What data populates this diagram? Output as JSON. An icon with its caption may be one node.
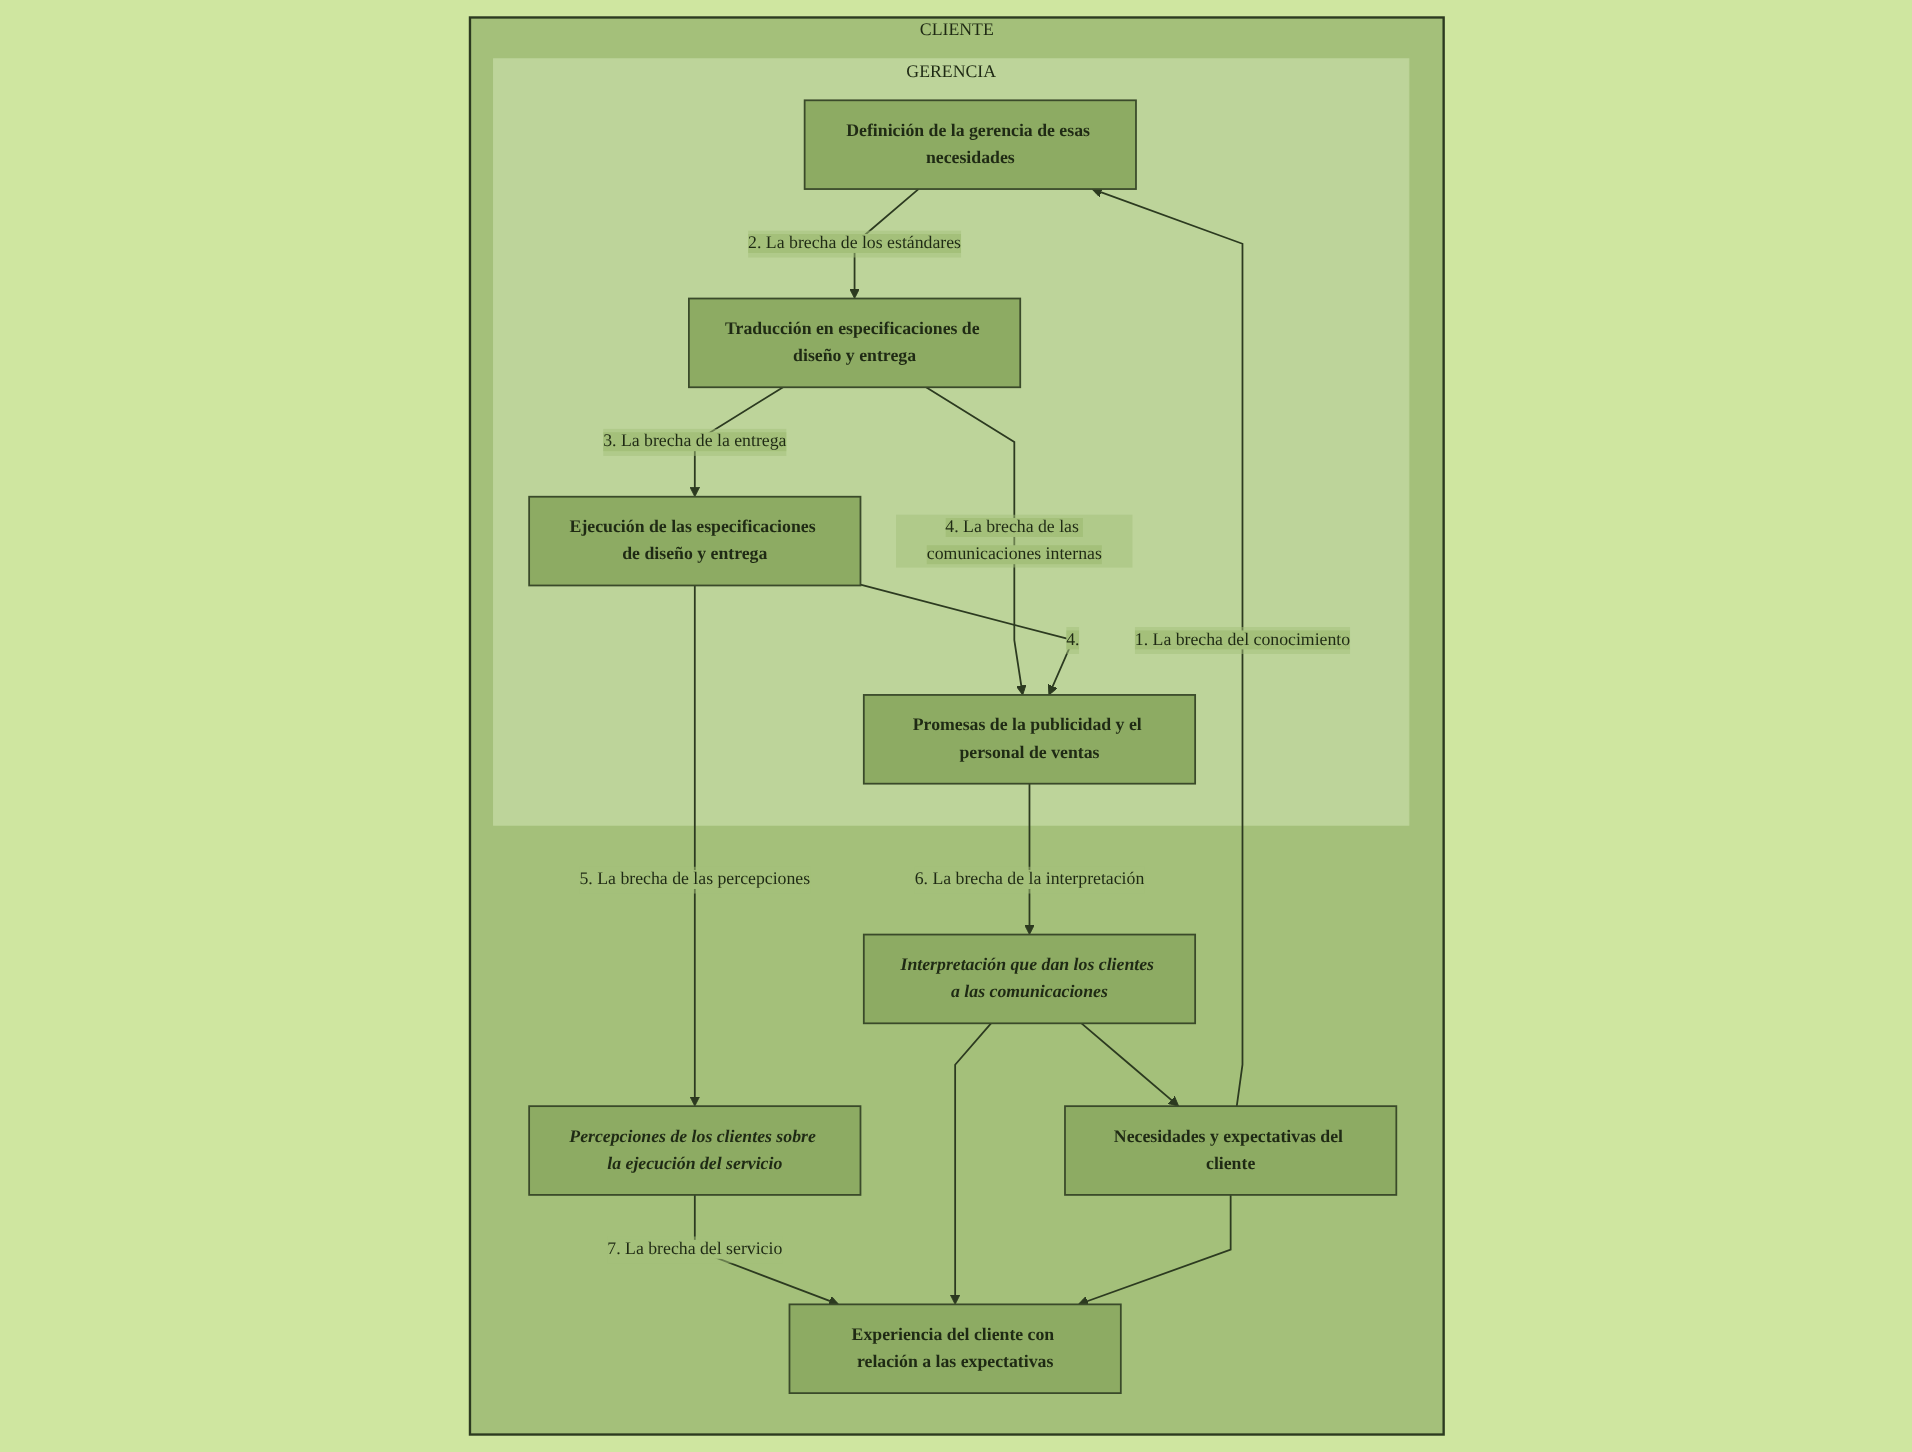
{
  "diagram": {
    "nodes": [
      {
        "text": [
          "CLIENTE"
        ]
      },
      {
        "text": [
          "Necesidades y expectativas del cliente"
        ],
        "in": 0
      },
      {
        "text": [
          "GERENCIA"
        ],
        "in": 0
      },
      {
        "text": [
          "Definición de la gerencia de esas necesidades"
        ],
        "in": 2
      },
      {
        "text": [
          "Traducción en especificaciones de diseño y entrega"
        ],
        "in": 2
      },
      {
        "text": [
          "Ejecución de las especificaciones de diseño y entrega"
        ],
        "in": 2
      },
      {
        "text": [
          "Promesas de la publicidad y el personal de ventas"
        ],
        "in": 2
      },
      {
        "text": [
          "Percepciones de los clientes sobre la ejecución del servicio"
        ],
        "in": 0
      },
      {
        "text": [
          "Interpretación que dan los clientes a las comunicaciones"
        ],
        "in": 0
      },
      {
        "text": [
          "Experiencia del cliente con relación a las expectativas"
        ],
        "in": 0
      }
    ],
    "edges": [
      {
        "from": 1,
        "to": 3,
        "arrow": "to",
        "label": "1. La brecha del conocimiento"
      },
      {
        "from": 3,
        "to": 4,
        "arrow": "to",
        "label": "2. La brecha de los estándares"
      },
      {
        "from": 4,
        "to": 6,
        "arrow": "to",
        "label": "4. La brecha de las comunicaciones internas"
      },
      {
        "from": 4,
        "to": 5,
        "arrow": "to",
        "label": "3. La brecha de la entrega"
      },
      {
        "from": 5,
        "to": 6,
        "arrow": "to",
        "label": "4."
      },
      {
        "from": 5,
        "to": 7,
        "arrow": "to",
        "label": "5. La brecha de las percepciones"
      },
      {
        "from": 6,
        "to": 8,
        "arrow": "to",
        "label": "6. La brecha de la interpretación"
      },
      {
        "from": 8,
        "to": 1,
        "arrow": "to"
      },
      {
        "from": 7,
        "to": 9,
        "arrow": "to",
        "label": "7. La brecha del servicio"
      },
      {
        "from": 8,
        "to": 9,
        "arrow": "to"
      },
      {
        "from": 1,
        "to": 9,
        "arrow": "to"
      }
    ]
  }
}
